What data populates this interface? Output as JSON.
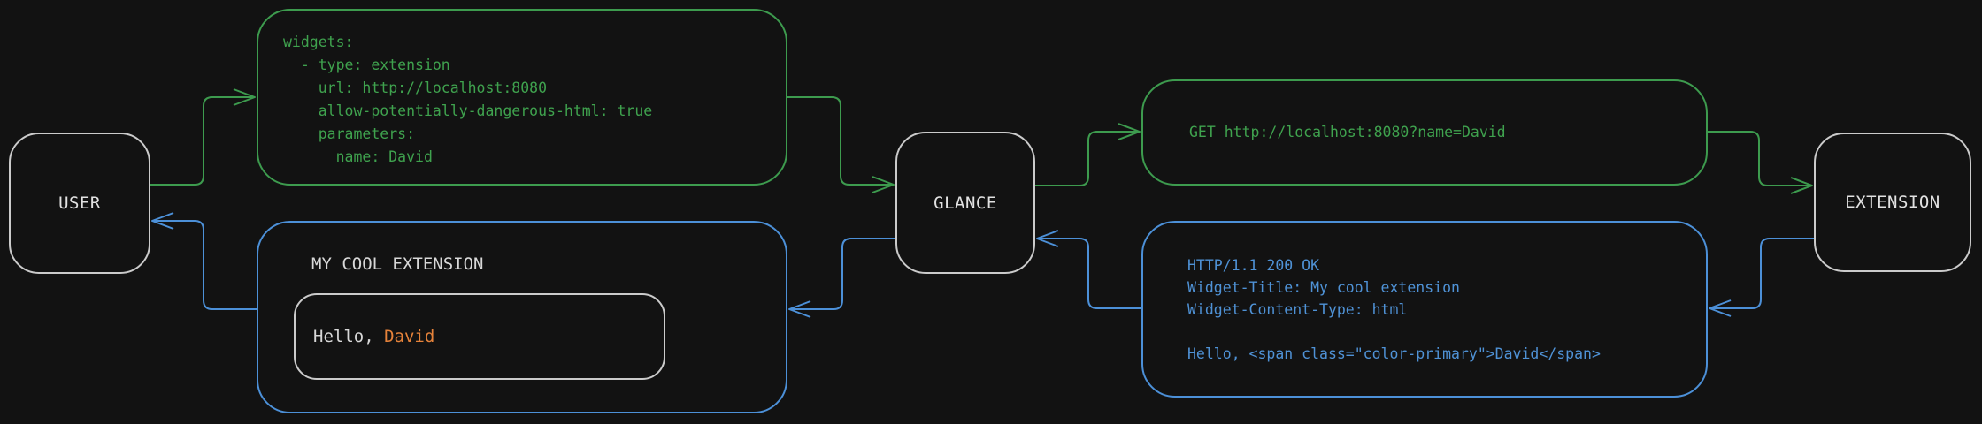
{
  "colors": {
    "background": "#121212",
    "green": "#3d9b4e",
    "blue": "#4c90d8",
    "orange": "#e5823a",
    "node_border_gray": "#cbcbcb",
    "light_text": "#e2e2e2"
  },
  "nodes": {
    "user": {
      "label": "USER"
    },
    "glance": {
      "label": "GLANCE"
    },
    "extension": {
      "label": "EXTENSION"
    }
  },
  "config_box": {
    "lines": [
      "widgets:",
      "  - type: extension",
      "    url: http://localhost:8080",
      "    allow-potentially-dangerous-html: true",
      "    parameters:",
      "      name: David"
    ]
  },
  "request_box": {
    "line": "GET http://localhost:8080?name=David"
  },
  "response_box": {
    "lines": [
      "HTTP/1.1 200 OK",
      "Widget-Title: My cool extension",
      "Widget-Content-Type: html",
      "",
      "Hello, <span class=\"color-primary\">David</span>"
    ]
  },
  "widget_box": {
    "title": "MY COOL EXTENSION",
    "preview": {
      "greeting": "Hello, ",
      "name": "David"
    }
  }
}
